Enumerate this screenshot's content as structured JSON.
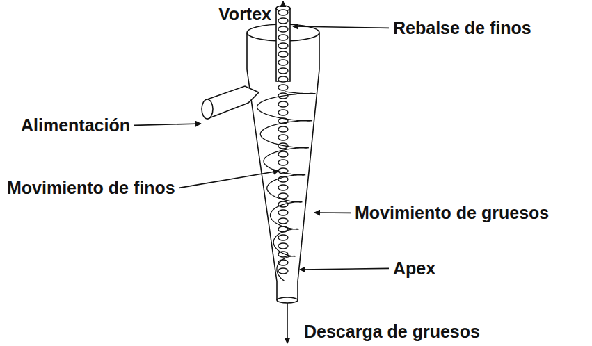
{
  "diagram": {
    "labels": [
      "Vortex",
      "Rebalse de finos",
      "Alimentación",
      "Movimiento de finos",
      "Movimiento de gruesos",
      "Apex",
      "Descarga de gruesos"
    ]
  }
}
